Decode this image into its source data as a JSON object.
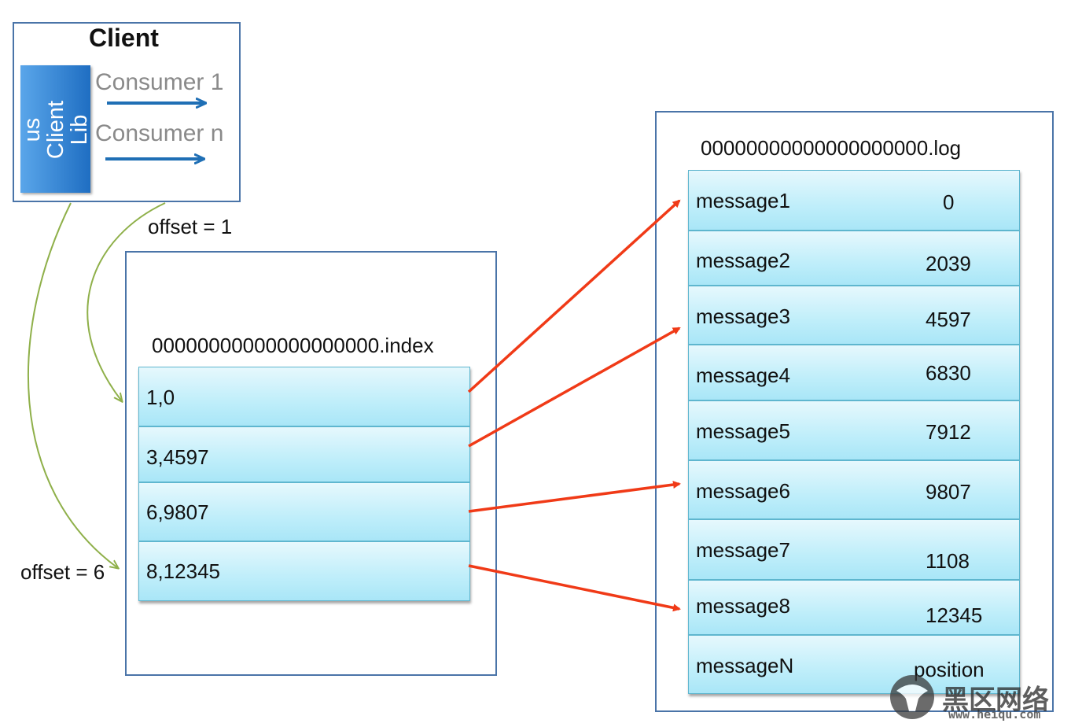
{
  "client": {
    "title": "Client",
    "lib_label_line1": "us",
    "lib_label_line2": "Client",
    "lib_label_line3": "Lib",
    "consumers": [
      "Consumer 1",
      "Consumer n"
    ]
  },
  "offsets": {
    "top": "offset = 1",
    "bottom": "offset = 6"
  },
  "index_file": {
    "name": "00000000000000000000.index",
    "entries": [
      "1,0",
      "3,4597",
      "6,9807",
      "8,12345"
    ]
  },
  "log_file": {
    "name": "00000000000000000000.log",
    "messages": [
      {
        "name": "message1",
        "pos": "0"
      },
      {
        "name": "message2",
        "pos": "2039"
      },
      {
        "name": "message3",
        "pos": "4597"
      },
      {
        "name": "message4",
        "pos": "6830"
      },
      {
        "name": "message5",
        "pos": "7912"
      },
      {
        "name": "message6",
        "pos": "9807"
      },
      {
        "name": "message7",
        "pos": "1108"
      },
      {
        "name": "message8",
        "pos": "12345"
      },
      {
        "name": "messageN",
        "pos": "position"
      }
    ]
  },
  "watermark": {
    "text": "黑区网络",
    "url": "www.heiqu.com"
  },
  "colors": {
    "frame": "#4a74a8",
    "arrow_red": "#f03a17",
    "arrow_blue": "#1f6fb5",
    "curve_green": "#8fb04a",
    "lib_blue": "#2f7fd0"
  }
}
